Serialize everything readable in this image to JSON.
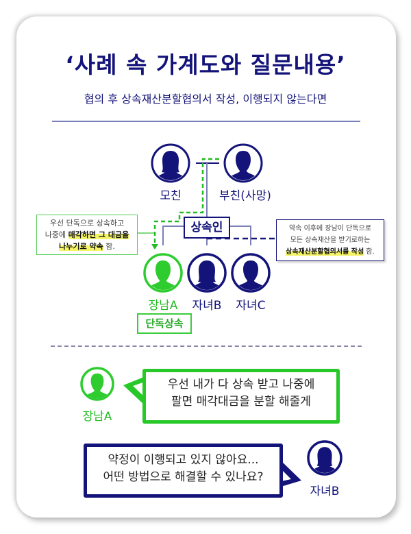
{
  "header": {
    "title": "‘사례 속 가계도와 질문내용’",
    "subtitle": "협의 후 상속재산분할협의서 작성, 이행되지 않는다면"
  },
  "family_tree": {
    "mother": {
      "label": "모친",
      "gender": "female",
      "color": "#13137a"
    },
    "father": {
      "label": "부친(사망)",
      "gender": "male",
      "color": "#13137a"
    },
    "heirs_label": "상속인",
    "children": [
      {
        "label": "장남A",
        "gender": "male",
        "color": "#22bb22"
      },
      {
        "label": "자녀B",
        "gender": "female",
        "color": "#13137a"
      },
      {
        "label": "자녀C",
        "gender": "male",
        "color": "#13137a"
      }
    ],
    "sole_inheritance_label": "단독상속",
    "note_left": {
      "line1": "우선 단독으로 상속하고",
      "line2_plain": "나중에 ",
      "line2_highlight": "매각하면 그 대금을",
      "line3_highlight": "나누기로 약속",
      "line3_plain": " 함."
    },
    "note_right": {
      "line1": "약속 이후에 장남이 단독으로",
      "line2": "모든 상속재산을 받기로하는",
      "line3_highlight": "상속재산분할협의서를 작성",
      "line3_plain": " 함."
    }
  },
  "dialogue": {
    "speaker_a": {
      "label": "장남A",
      "line1": "우선 내가 다 상속 받고 나중에",
      "line2": "팔면 매각대금을 분할 해줄게"
    },
    "speaker_b": {
      "label": "자녀B",
      "line1": "약정이 이행되고 있지 않아요...",
      "line2": "어떤 방법으로 해결할 수 있나요?"
    }
  },
  "colors": {
    "navy": "#13137a",
    "green": "#22bb22",
    "highlight": "#f4f466"
  }
}
